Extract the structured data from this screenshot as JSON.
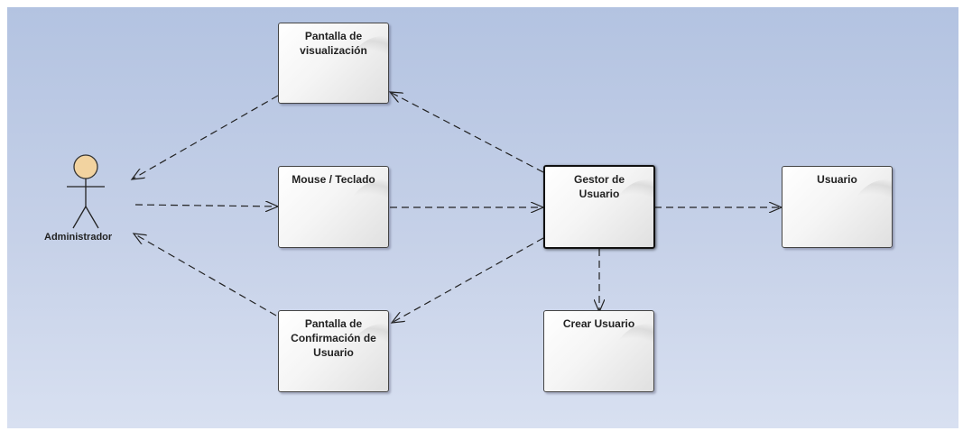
{
  "diagram": {
    "actor": {
      "label": "Administrador",
      "head_color": "#f2d3a0"
    },
    "nodes": {
      "pantalla_visualizacion": "Pantalla de\nvisualización",
      "mouse_teclado": "Mouse / Teclado",
      "pantalla_confirmacion": "Pantalla de\nConfirmación de\nUsuario",
      "gestor_usuario": "Gestor de\nUsuario",
      "usuario": "Usuario",
      "crear_usuario": "Crear Usuario"
    },
    "colors": {
      "background_top": "#b3c3e1",
      "background_bottom": "#d8e0f1",
      "connector": "#222222"
    }
  }
}
